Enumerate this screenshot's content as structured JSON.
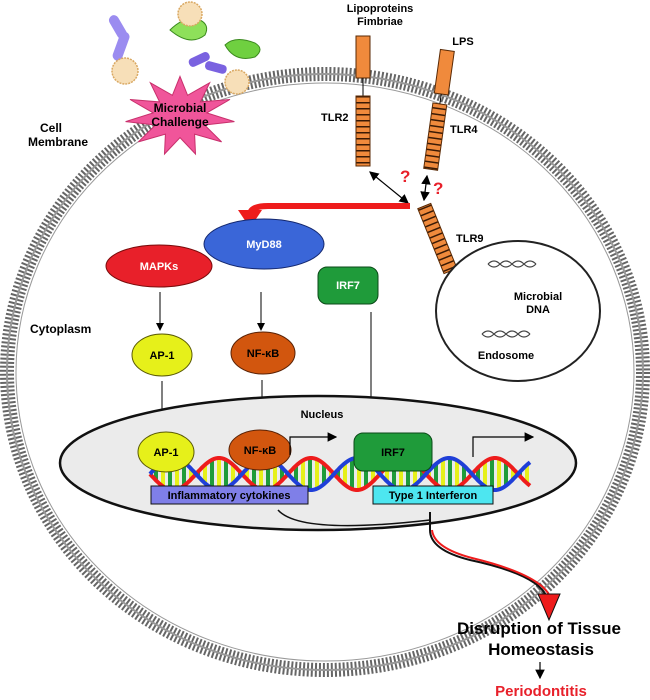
{
  "labels": {
    "lipoproteins": "Lipoproteins",
    "fimbriae": "Fimbriae",
    "lps": "LPS",
    "tlr2": "TLR2",
    "tlr4": "TLR4",
    "tlr9": "TLR9",
    "question1": "?",
    "question2": "?",
    "microbial_challenge_1": "Microbial",
    "microbial_challenge_2": "Challenge",
    "cell_membrane_1": "Cell",
    "cell_membrane_2": "Membrane",
    "cytoplasm": "Cytoplasm",
    "mapks": "MAPKs",
    "myd88": "MyD88",
    "irf7_top": "IRF7",
    "ap1_top": "AP-1",
    "nfkb_top": "NF-κB",
    "microbial_dna_1": "Microbial",
    "microbial_dna_2": "DNA",
    "endosome": "Endosome",
    "nucleus": "Nucleus",
    "ap1_nuc": "AP-1",
    "nfkb_nuc": "NF-κB",
    "irf7_nuc": "IRF7",
    "inflammatory_cytokines": "Inflammatory cytokines",
    "type1_interferon": "Type 1 Interferon",
    "disruption_1": "Disruption of Tissue",
    "disruption_2": "Homeostasis",
    "periodontitis": "Periodontitis"
  },
  "colors": {
    "mapks": "#e8202a",
    "myd88": "#3a66d8",
    "irf7": "#1f9b3a",
    "ap1": "#e6f01a",
    "nfkb": "#d2560e",
    "tlr": "#f08a3c",
    "star": "#f0559a",
    "red_arrow": "#ee1c1c",
    "cytokine_box": "#7f7fe8",
    "interferon_box": "#4de6f0",
    "periodontitis": "#e8202a"
  }
}
